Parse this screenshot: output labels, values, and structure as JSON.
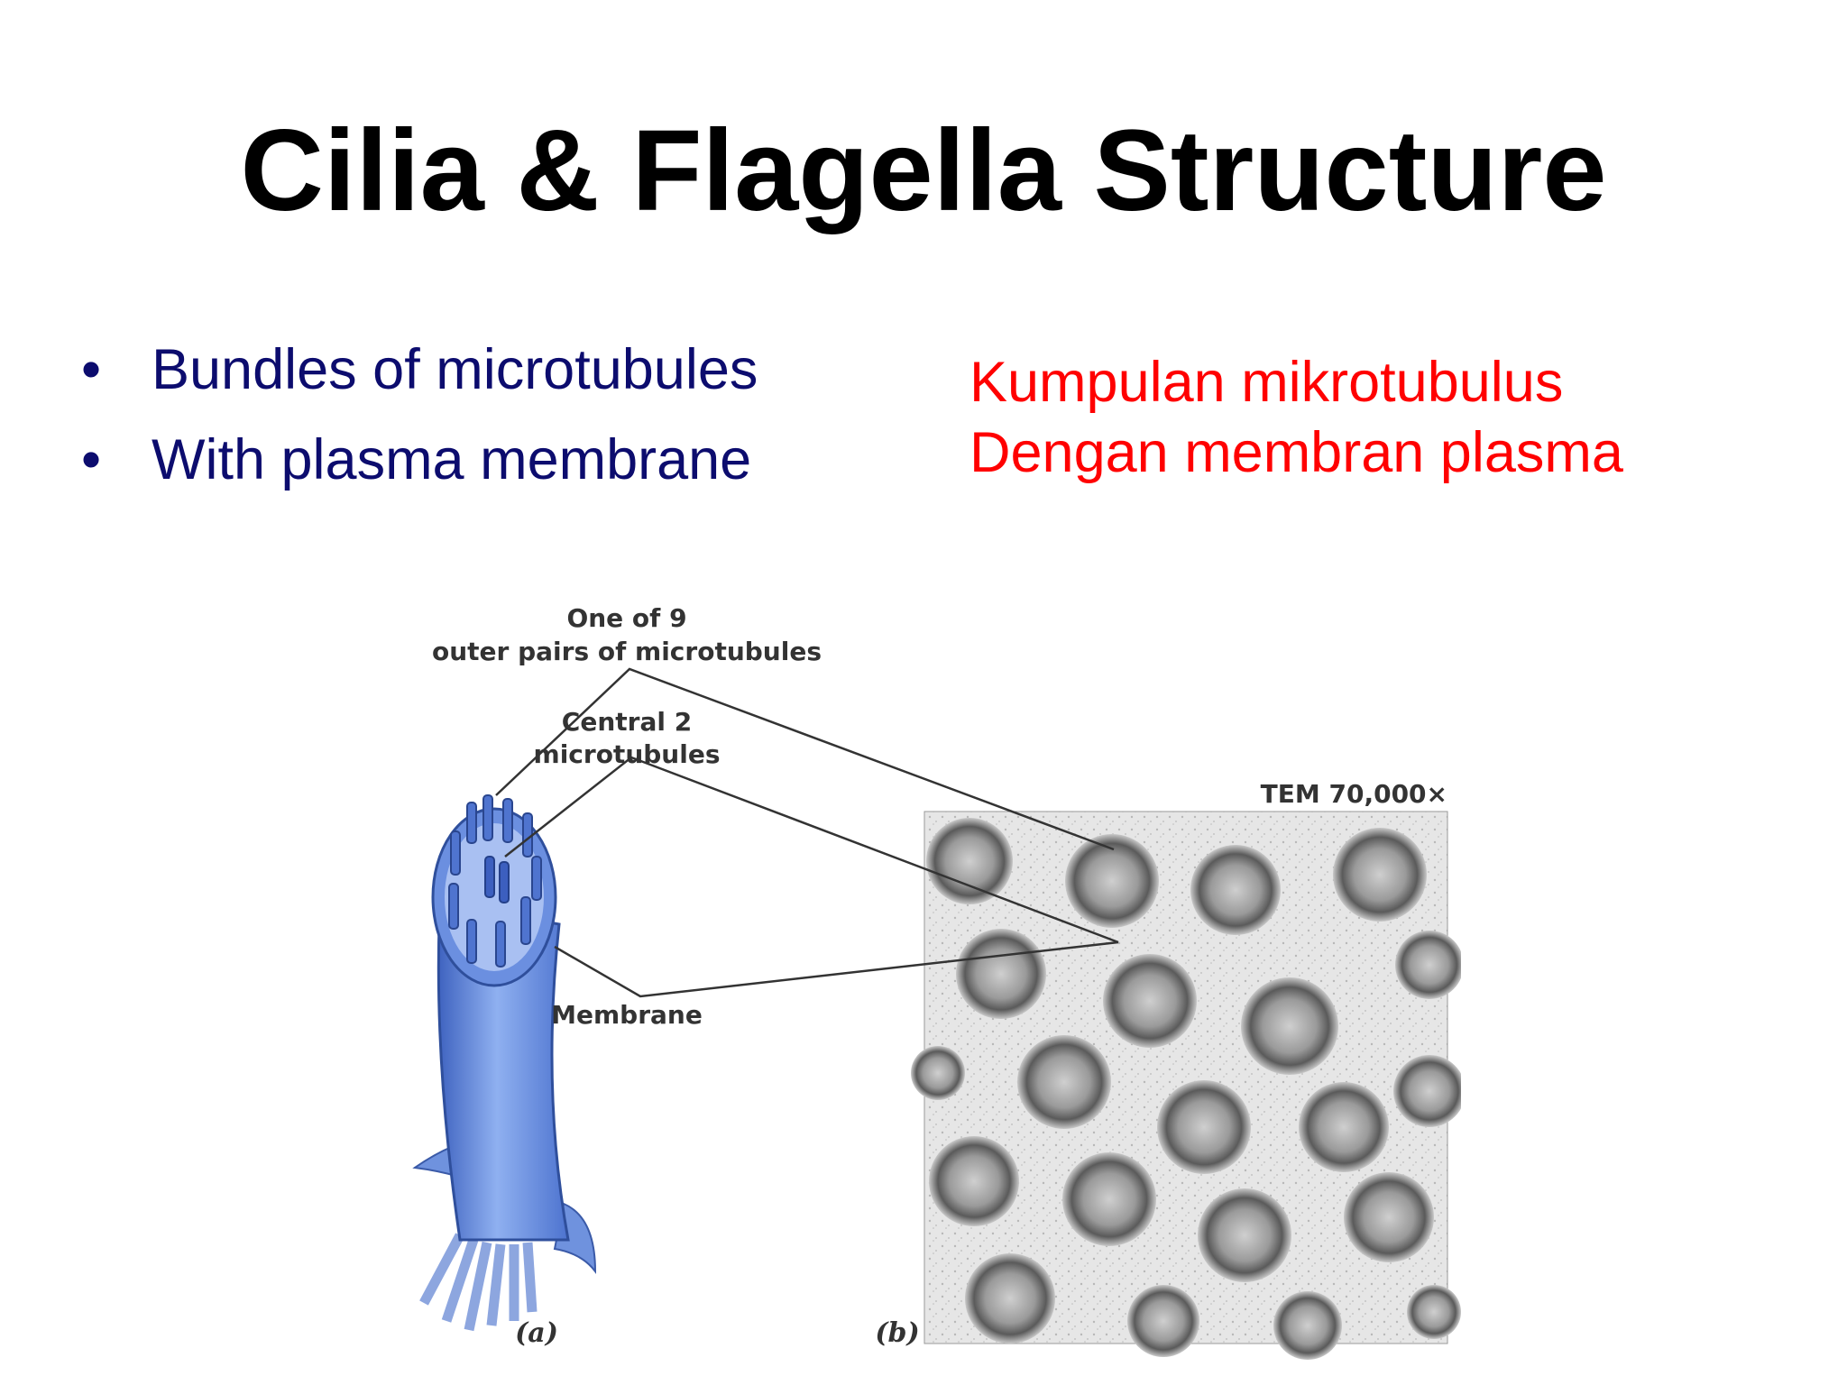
{
  "slide": {
    "title": "Cilia & Flagella Structure",
    "bullets": [
      {
        "marker": "•",
        "text": "Bundles of microtubules"
      },
      {
        "marker": "•",
        "text": "With plasma membrane"
      }
    ],
    "translation": {
      "line1": "Kumpulan mikrotubulus",
      "line2": "Dengan membran plasma"
    },
    "colors": {
      "bullet_text": "#0c0c6e",
      "translation_text": "#ff0000",
      "cilium_blue": "#5b82d8"
    }
  },
  "figure": {
    "label_outer_line1": "One of 9",
    "label_outer_line2": "outer pairs of microtubules",
    "label_central_line1": "Central 2",
    "label_central_line2": "microtubules",
    "label_membrane": "Membrane",
    "magnification": "TEM 70,000×",
    "panel_a": "(a)",
    "panel_b": "(b)"
  }
}
